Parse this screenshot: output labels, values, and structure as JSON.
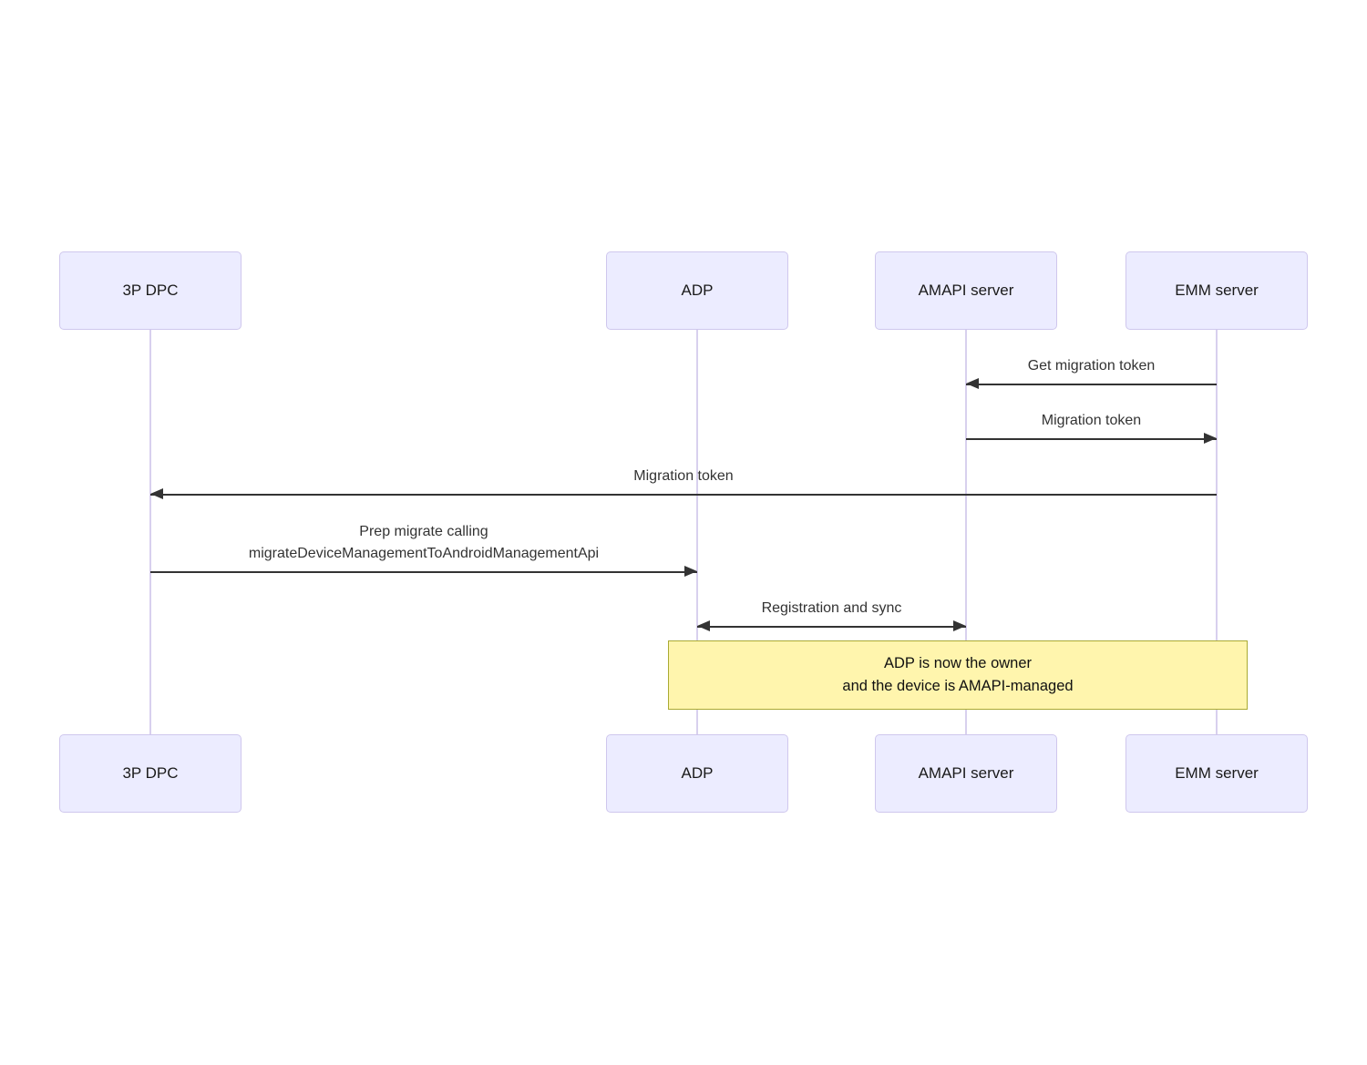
{
  "diagram": {
    "type": "sequence-diagram",
    "background": "#FFFFFF",
    "actors": [
      {
        "id": "3p-dpc",
        "label": "3P DPC"
      },
      {
        "id": "adp",
        "label": "ADP"
      },
      {
        "id": "amapi-server",
        "label": "AMAPI server"
      },
      {
        "id": "emm-server",
        "label": "EMM server"
      }
    ],
    "messages": [
      {
        "from": "emm-server",
        "to": "amapi-server",
        "label": "Get migration token",
        "line": "solid",
        "direction": "left"
      },
      {
        "from": "amapi-server",
        "to": "emm-server",
        "label": "Migration token",
        "line": "solid",
        "direction": "right"
      },
      {
        "from": "emm-server",
        "to": "3p-dpc",
        "label": "Migration token",
        "line": "solid",
        "direction": "left"
      },
      {
        "from": "3p-dpc",
        "to": "adp",
        "label": "Prep migrate calling\nmigrateDeviceManagementToAndroidManagementApi",
        "line": "solid",
        "direction": "right"
      },
      {
        "from": "adp",
        "to": "amapi-server",
        "label": "Registration and sync",
        "line": "solid",
        "direction": "both"
      }
    ],
    "note": {
      "over": [
        "adp",
        "emm-server"
      ],
      "text": "ADP is now the owner\nand the device is AMAPI-managed"
    },
    "colors": {
      "actor_fill": "#ECECFF",
      "actor_border": "#CFC7ED",
      "lifeline": "#D8D0EE",
      "arrow": "#333333",
      "message_text": "#333333",
      "note_fill": "#FFF5AD",
      "note_border": "#AAAA33"
    }
  }
}
